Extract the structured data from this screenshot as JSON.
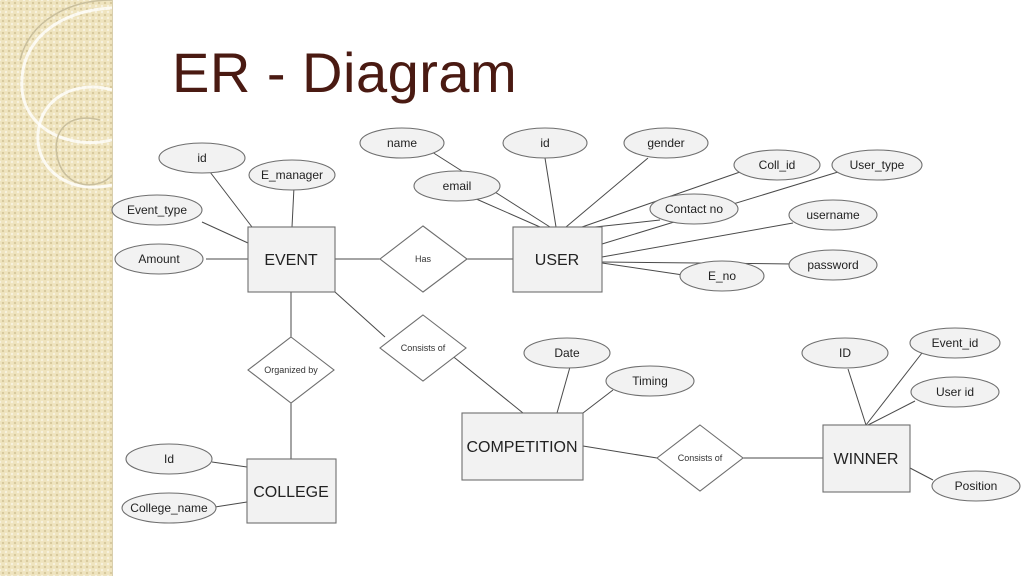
{
  "title": "ER - Diagram",
  "entities": [
    {
      "id": "event",
      "label": "EVENT"
    },
    {
      "id": "user",
      "label": "USER"
    },
    {
      "id": "college",
      "label": "COLLEGE"
    },
    {
      "id": "competition",
      "label": "COMPETITION"
    },
    {
      "id": "winner",
      "label": "WINNER"
    }
  ],
  "relationships": [
    {
      "id": "has",
      "label": "Has"
    },
    {
      "id": "organized_by",
      "label": "Organized by"
    },
    {
      "id": "consists_of_1",
      "label": "Consists of"
    },
    {
      "id": "consists_of_2",
      "label": "Consists of"
    }
  ],
  "attributes": [
    {
      "id": "event_id",
      "label": "id"
    },
    {
      "id": "event_e_manager",
      "label": "E_manager"
    },
    {
      "id": "event_event_type",
      "label": "Event_type"
    },
    {
      "id": "event_amount",
      "label": "Amount"
    },
    {
      "id": "user_name",
      "label": "name"
    },
    {
      "id": "user_id",
      "label": "id"
    },
    {
      "id": "user_gender",
      "label": "gender"
    },
    {
      "id": "user_email",
      "label": "email"
    },
    {
      "id": "user_coll_id",
      "label": "Coll_id"
    },
    {
      "id": "user_user_type",
      "label": "User_type"
    },
    {
      "id": "user_contact_no",
      "label": "Contact no"
    },
    {
      "id": "user_username",
      "label": "username"
    },
    {
      "id": "user_password",
      "label": "password"
    },
    {
      "id": "user_e_no",
      "label": "E_no"
    },
    {
      "id": "college_id",
      "label": "Id"
    },
    {
      "id": "college_name",
      "label": "College_name"
    },
    {
      "id": "competition_date",
      "label": "Date"
    },
    {
      "id": "competition_timing",
      "label": "Timing"
    },
    {
      "id": "winner_id",
      "label": "ID"
    },
    {
      "id": "winner_event_id",
      "label": "Event_id"
    },
    {
      "id": "winner_user_id",
      "label": "User id"
    },
    {
      "id": "winner_position",
      "label": "Position"
    }
  ]
}
